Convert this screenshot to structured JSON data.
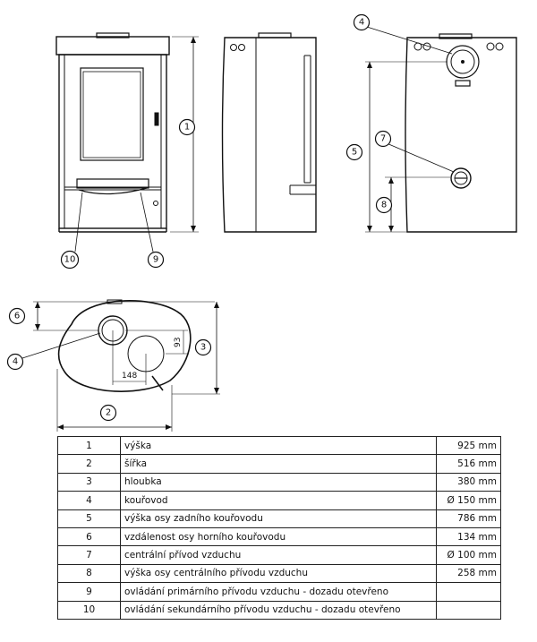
{
  "callouts": {
    "height": "1",
    "width": "2",
    "depth": "3",
    "flue": "4",
    "rear_flue_axis_height": "5",
    "top_flue_axis_distance": "6",
    "central_air_inlet": "7",
    "central_air_axis_height": "8",
    "primary_air_control": "9",
    "secondary_air_control": "10"
  },
  "plan_dimensions": {
    "offset_x": "148",
    "offset_y": "93"
  },
  "spec_table": {
    "rows": [
      {
        "num": "1",
        "label": "výška",
        "value": "925 mm"
      },
      {
        "num": "2",
        "label": "šířka",
        "value": "516 mm"
      },
      {
        "num": "3",
        "label": "hloubka",
        "value": "380 mm"
      },
      {
        "num": "4",
        "label": "kouřovod",
        "value": "Ø 150 mm"
      },
      {
        "num": "5",
        "label": "výška osy zadního kouřovodu",
        "value": "786 mm"
      },
      {
        "num": "6",
        "label": "vzdálenost osy horního kouřovodu",
        "value": "134 mm"
      },
      {
        "num": "7",
        "label": "centrální přívod vzduchu",
        "value": "Ø 100 mm"
      },
      {
        "num": "8",
        "label": "výška osy centrálního přívodu vzduchu",
        "value": "258 mm"
      },
      {
        "num": "9",
        "label": "ovládání primárního přívodu vzduchu - dozadu otevřeno",
        "value": ""
      },
      {
        "num": "10",
        "label": "ovládání sekundárního přívodu vzduchu - dozadu otevřeno",
        "value": ""
      }
    ]
  }
}
